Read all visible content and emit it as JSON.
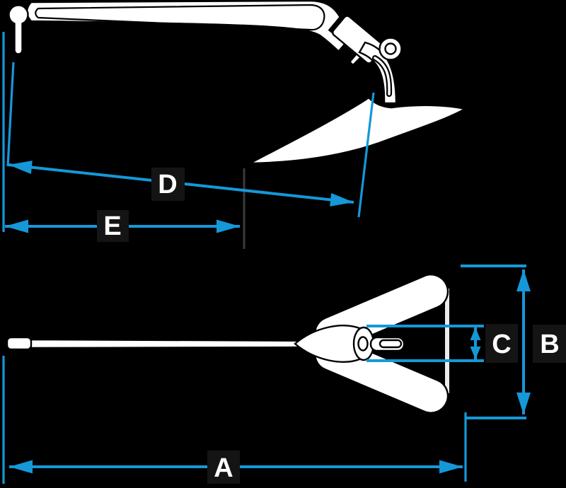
{
  "diagram": {
    "labels": {
      "a": "A",
      "b": "B",
      "c": "C",
      "d": "D",
      "e": "E"
    }
  },
  "colors": {
    "background": "#000000",
    "dimension_blue": "#1598d8",
    "anchor_white": "#ffffff",
    "outline_black": "#000000",
    "extension_gray": "#3a3a3a",
    "rear_edge_gray": "#ececec",
    "label_box": "#141414",
    "label_text": "#ffffff"
  }
}
